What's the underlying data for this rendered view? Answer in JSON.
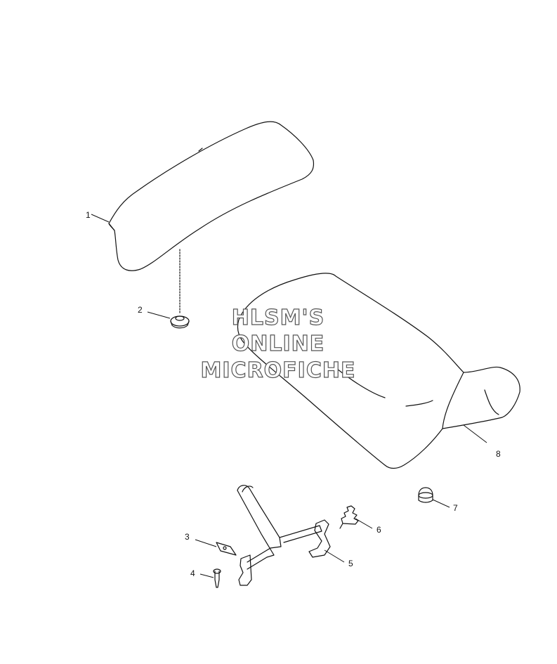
{
  "watermark": {
    "line1": "HLSM'S",
    "line2": "ONLINE",
    "line3": "MICROFICHE"
  },
  "callouts": {
    "c1": "1",
    "c2": "2",
    "c3": "3",
    "c4": "4",
    "c5": "5",
    "c6": "6",
    "c7": "7",
    "c8": "8"
  }
}
